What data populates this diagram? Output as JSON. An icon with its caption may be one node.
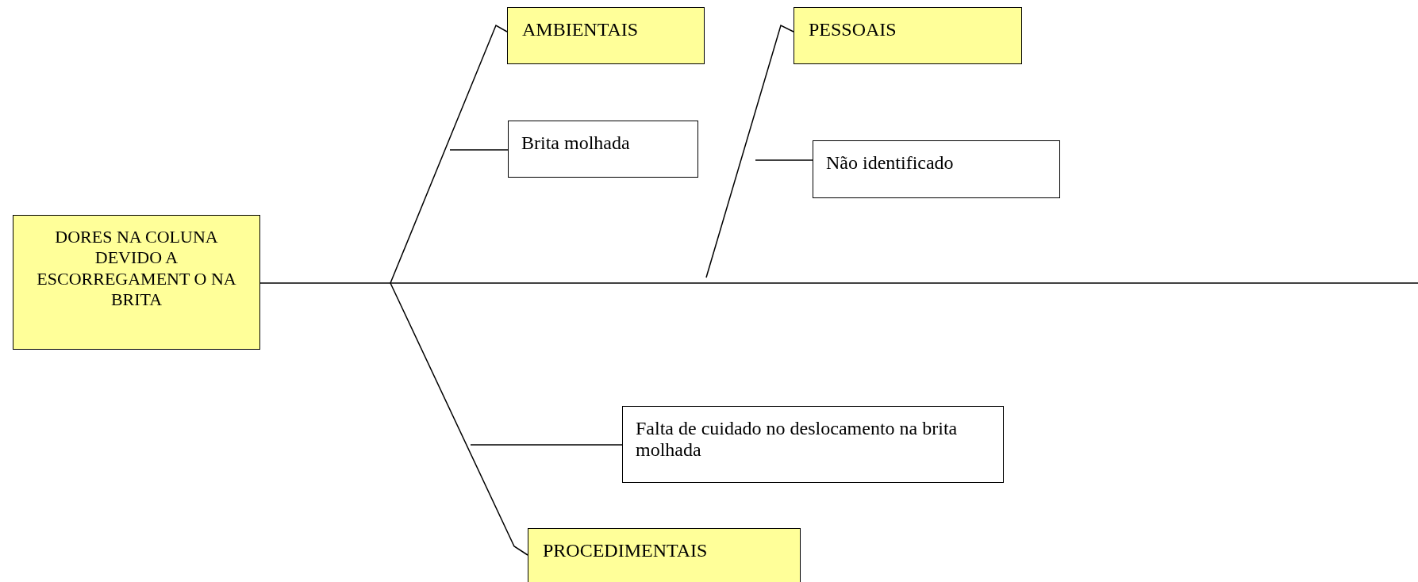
{
  "diagram": {
    "nodes": [
      {
        "text": [
          "DORES NA COLUNA DEVIDO A ESCORREGAMENT O NA BRITA"
        ]
      },
      {
        "text": [
          "AMBIENTAIS"
        ]
      },
      {
        "text": [
          "Brita molhada"
        ]
      },
      {
        "text": [
          "PESSOAIS"
        ]
      },
      {
        "text": [
          "Não identificado"
        ]
      },
      {
        "text": [
          "Falta de cuidado no deslocamento na brita molhada"
        ]
      },
      {
        "text": [
          "PROCEDIMENTAIS"
        ]
      }
    ],
    "edges": [
      {
        "from": 0,
        "to": null,
        "arrow": "none"
      },
      {
        "from": 1,
        "to": null,
        "arrow": "none"
      },
      {
        "from": 2,
        "to": null,
        "arrow": "none"
      },
      {
        "from": 3,
        "to": null,
        "arrow": "none"
      },
      {
        "from": 4,
        "to": null,
        "arrow": "none"
      },
      {
        "from": 6,
        "to": null,
        "arrow": "none"
      },
      {
        "from": 5,
        "to": null,
        "arrow": "none"
      }
    ]
  }
}
